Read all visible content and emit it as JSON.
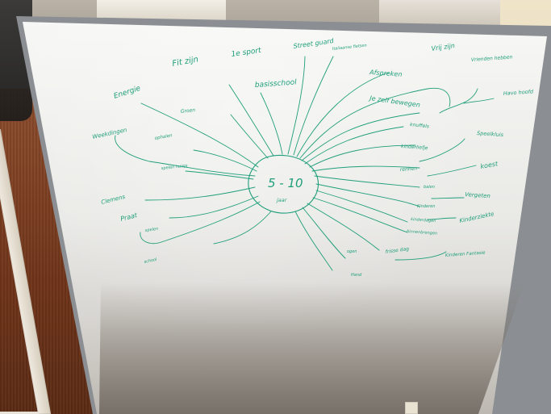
{
  "whiteboard": {
    "center": "5 - 10",
    "center_sub": "jaar",
    "words": [
      "Vrij zijn",
      "Vrienden hebben",
      "Fit zijn",
      "1e sport",
      "Street guard",
      "Italiaanse fietsen",
      "Afspreken",
      "Energie",
      "basisschool",
      "Je zelf bewegen",
      "Havo hoofd",
      "Groen",
      "knuffels",
      "Speelkluis",
      "Weekdingen",
      "kinderliefje",
      "ophalen",
      "rennen",
      "koest",
      "spelen huisje",
      "Vergeten",
      "Clemens",
      "balen",
      "Kinderen",
      "Praat",
      "kinderdagen",
      "Kinderziekte",
      "spelen",
      "binnenbrengen",
      "school",
      "ogen",
      "Kinderen Fantasie",
      "frisse dag",
      "Hand"
    ]
  }
}
